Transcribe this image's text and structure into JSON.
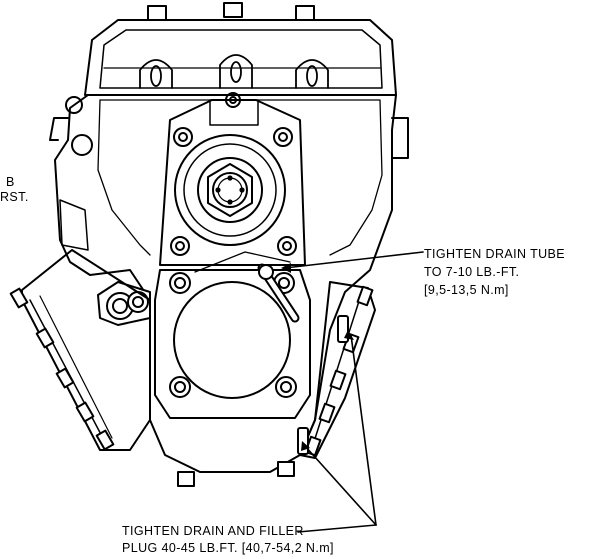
{
  "callouts": {
    "left_partial": [
      "B",
      "RST."
    ],
    "drain_tube": [
      "TIGHTEN DRAIN TUBE",
      "TO 7-10 LB.-FT.",
      "[9,5-13,5 N.m]"
    ],
    "drain_filler": [
      "TIGHTEN DRAIN AND FILLER",
      "PLUG 40-45 LB.FT. [40,7-54,2 N.m]"
    ]
  }
}
